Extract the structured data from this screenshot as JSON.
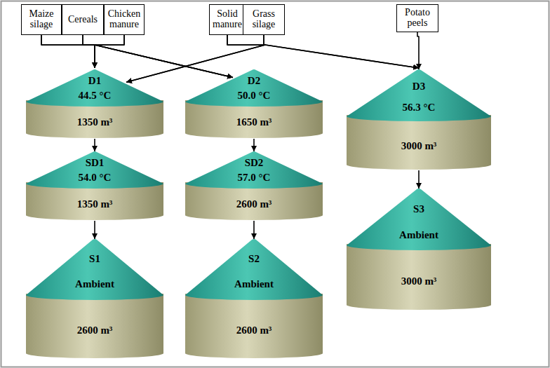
{
  "diagram": {
    "nodes": [
      {
        "text": [
          "Maize silage"
        ]
      },
      {
        "text": [
          "Cereals"
        ]
      },
      {
        "text": [
          "Chicken manure"
        ]
      },
      {
        "text": [
          "Solid manure"
        ]
      },
      {
        "text": [
          "Grass silage"
        ]
      },
      {
        "text": [
          "Potato peels"
        ]
      },
      {
        "text": [
          "D1",
          "44.5 °C",
          "1350 m³"
        ]
      },
      {
        "text": [
          "D2",
          "50.0 °C",
          "1650 m³"
        ]
      },
      {
        "text": [
          "D3",
          "56.3 °C",
          "3000 m³"
        ]
      },
      {
        "text": [
          "SD1",
          "54.0 °C",
          "1350 m³"
        ]
      },
      {
        "text": [
          "SD2",
          "57.0 °C",
          "2600 m³"
        ]
      },
      {
        "text": [
          "S1",
          "Ambient",
          "2600 m³"
        ]
      },
      {
        "text": [
          "S2",
          "Ambient",
          "2600 m³"
        ]
      },
      {
        "text": [
          "S3",
          "Ambient",
          "3000 m³"
        ]
      }
    ],
    "edges": [
      {
        "from": 0,
        "to": 6,
        "arrow": "to"
      },
      {
        "from": 1,
        "to": 6,
        "arrow": "to"
      },
      {
        "from": 2,
        "to": 6,
        "arrow": "to"
      },
      {
        "from": 0,
        "to": 7,
        "arrow": "to"
      },
      {
        "from": 1,
        "to": 7,
        "arrow": "to"
      },
      {
        "from": 2,
        "to": 7,
        "arrow": "to"
      },
      {
        "from": 3,
        "to": 6,
        "arrow": "to"
      },
      {
        "from": 4,
        "to": 6,
        "arrow": "to"
      },
      {
        "from": 3,
        "to": 8,
        "arrow": "to"
      },
      {
        "from": 4,
        "to": 8,
        "arrow": "to"
      },
      {
        "from": 5,
        "to": 8,
        "arrow": "to"
      },
      {
        "from": 6,
        "to": 9,
        "arrow": "to"
      },
      {
        "from": 9,
        "to": 11,
        "arrow": "to"
      },
      {
        "from": 7,
        "to": 10,
        "arrow": "to"
      },
      {
        "from": 10,
        "to": 12,
        "arrow": "to"
      },
      {
        "from": 8,
        "to": 13,
        "arrow": "to"
      }
    ]
  }
}
